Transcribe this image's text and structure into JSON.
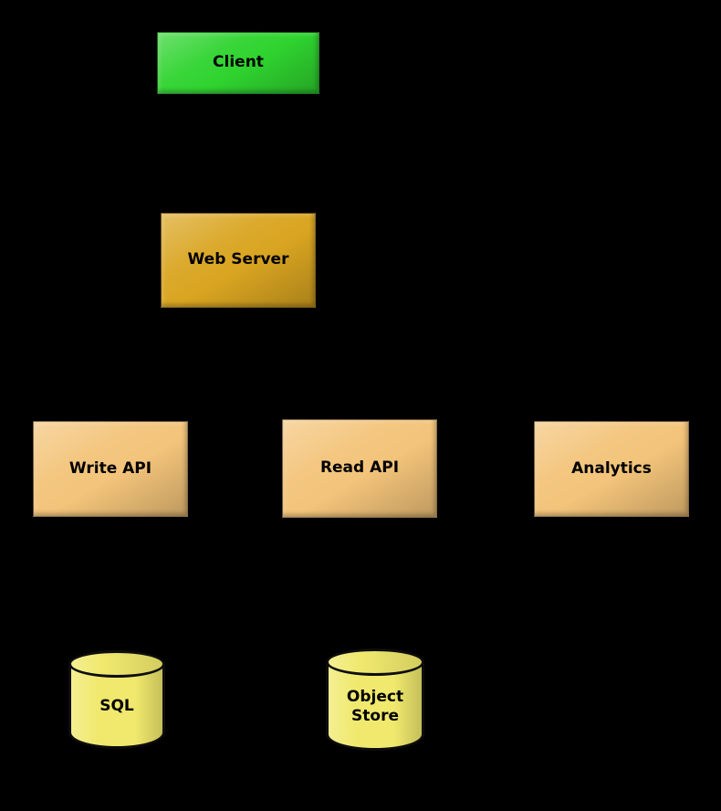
{
  "canvas": {
    "background": "#000000"
  },
  "nodes": {
    "client": {
      "label": "Client",
      "shape": "rect",
      "color": "#2fd32f"
    },
    "web_server": {
      "label": "Web Server",
      "shape": "rect",
      "color": "#d9a521"
    },
    "write_api": {
      "label": "Write API",
      "shape": "rect",
      "color": "#f3c47a"
    },
    "read_api": {
      "label": "Read API",
      "shape": "rect",
      "color": "#f3c47a"
    },
    "analytics": {
      "label": "Analytics",
      "shape": "rect",
      "color": "#f3c47a"
    },
    "sql": {
      "label": "SQL",
      "shape": "cylinder",
      "color": "#f0e96e"
    },
    "object_store": {
      "label": "Object Store",
      "shape": "cylinder",
      "color": "#f0e96e"
    }
  }
}
